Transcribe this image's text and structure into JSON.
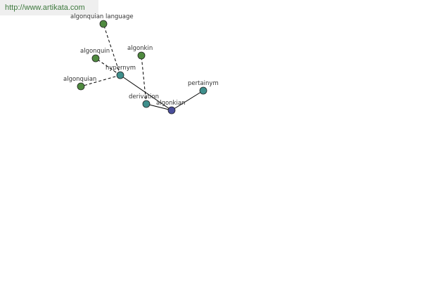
{
  "banner": {
    "url": "http://www.artikata.com"
  },
  "colors": {
    "root": "#4a4e9b",
    "relation": "#3f8f8c",
    "leaf": "#4f8a3f",
    "edge": "#000000",
    "node_outline": "#222222"
  },
  "graph": {
    "nodes": [
      {
        "id": "algonkian",
        "label": "algonkian",
        "kind": "root"
      },
      {
        "id": "hypernym",
        "label": "hypernym",
        "kind": "relation"
      },
      {
        "id": "derivation",
        "label": "derivation",
        "kind": "relation"
      },
      {
        "id": "pertainym",
        "label": "pertainym",
        "kind": "relation"
      },
      {
        "id": "algonquian-language",
        "label": "algonquian language",
        "kind": "leaf"
      },
      {
        "id": "algonquin",
        "label": "algonquin",
        "kind": "leaf"
      },
      {
        "id": "algonquian",
        "label": "algonquian",
        "kind": "leaf"
      },
      {
        "id": "algonkin",
        "label": "algonkin",
        "kind": "leaf"
      }
    ],
    "edges": [
      {
        "from": "algonkian",
        "to": "hypernym",
        "style": "solid"
      },
      {
        "from": "algonkian",
        "to": "derivation",
        "style": "solid"
      },
      {
        "from": "algonkian",
        "to": "pertainym",
        "style": "solid"
      },
      {
        "from": "hypernym",
        "to": "algonquian-language",
        "style": "dashed"
      },
      {
        "from": "hypernym",
        "to": "algonquin",
        "style": "dashed"
      },
      {
        "from": "hypernym",
        "to": "algonquian",
        "style": "dashed"
      },
      {
        "from": "derivation",
        "to": "algonkin",
        "style": "dashed"
      }
    ]
  }
}
